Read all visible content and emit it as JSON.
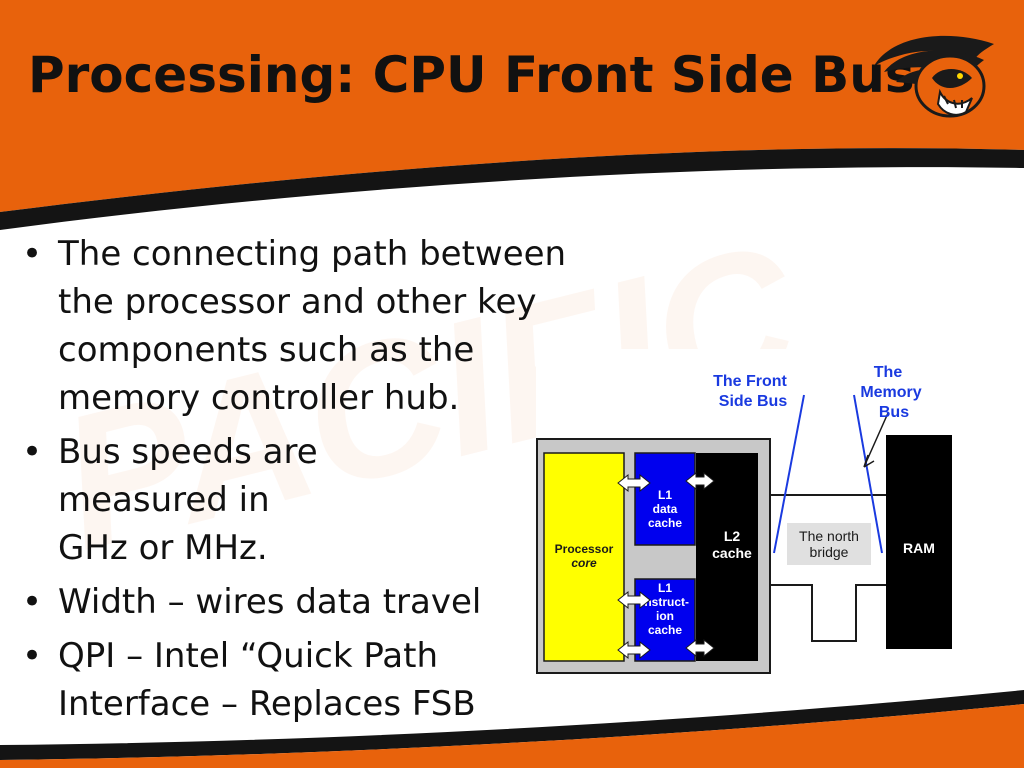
{
  "slide": {
    "title": "Processing: CPU Front Side Bus",
    "watermark": "PACIFIC"
  },
  "bullets": [
    {
      "text": "The connecting path between\nthe processor and other key\ncomponents such as the\nmemory controller hub."
    },
    {
      "text": "Bus speeds are\nmeasured in\nGHz or MHz."
    },
    {
      "text": "Width – wires data travel"
    },
    {
      "text": "QPI – Intel “Quick Path\nInterface – Replaces FSB"
    }
  ],
  "diagram": {
    "front_side_bus_label": [
      "The Front",
      "Side Bus"
    ],
    "memory_bus_label": [
      "The",
      "Memory",
      "Bus"
    ],
    "processor_label": "Processor",
    "core_label": "core",
    "l1_data_label": [
      "L1",
      "data",
      "cache"
    ],
    "l1_instruction_label": [
      "L1",
      "instruct-",
      "ion",
      "cache"
    ],
    "l2_label": [
      "L2",
      "cache"
    ],
    "north_bridge_label": [
      "The north",
      "bridge"
    ],
    "ram_label": "RAM"
  },
  "colors": {
    "orange": "#e8620c",
    "processor_yellow": "#ffff00",
    "cache_blue": "#0000ee",
    "bus_label_blue": "#1a3ae0",
    "frame_gray": "#c8c8c8"
  }
}
